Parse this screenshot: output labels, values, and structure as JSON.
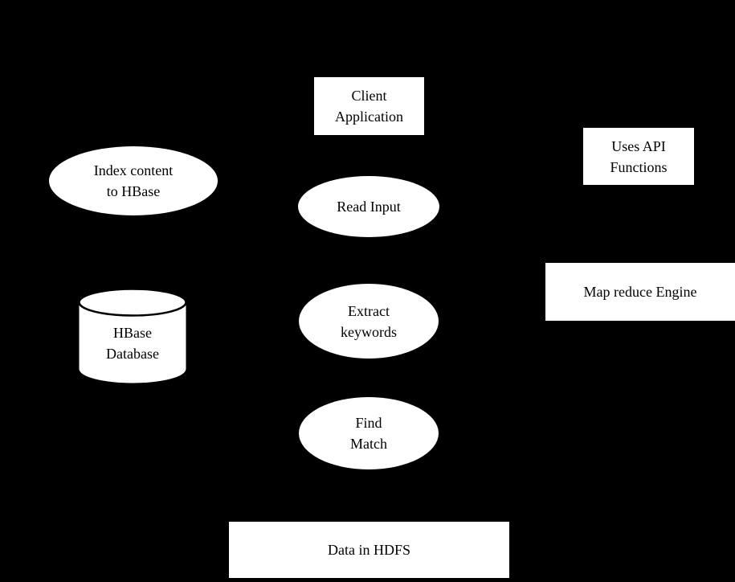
{
  "diagram": {
    "title": "HBase keyword indexing / MapReduce flow diagram",
    "colors": {
      "background": "#000000",
      "node_fill": "#ffffff",
      "node_text": "#000000",
      "cylinder_outline": "#000000"
    },
    "nodes": {
      "client_application": {
        "shape": "rect",
        "label": "Client\nApplication"
      },
      "uses_api": {
        "shape": "rect",
        "label": "Uses API\nFunctions"
      },
      "index_content": {
        "shape": "ellipse",
        "label": "Index content\nto HBase"
      },
      "read_input": {
        "shape": "ellipse",
        "label": "Read Input"
      },
      "map_reduce": {
        "shape": "rect",
        "label": "Map reduce Engine"
      },
      "hbase_database": {
        "shape": "cylinder",
        "label": "HBase\nDatabase"
      },
      "extract_keywords": {
        "shape": "ellipse",
        "label": "Extract\nkeywords"
      },
      "find_match": {
        "shape": "ellipse",
        "label": "Find\nMatch"
      },
      "data_in_hdfs": {
        "shape": "rect",
        "label": "Data in HDFS"
      }
    }
  }
}
